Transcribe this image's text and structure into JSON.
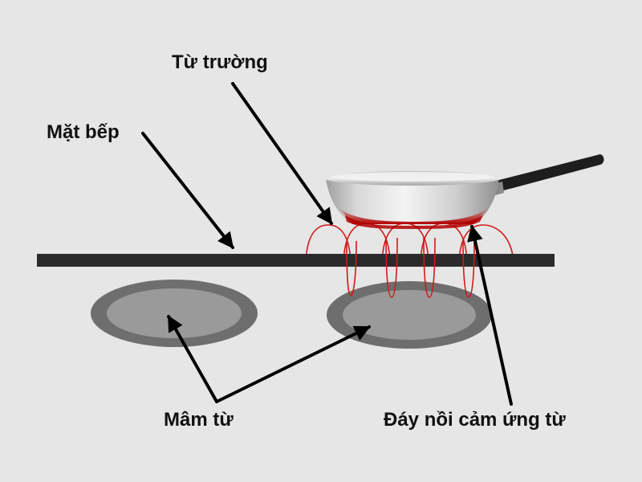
{
  "labels": {
    "magnetic_field": "Từ trường",
    "cooktop_surface": "Mặt bếp",
    "induction_coil": "Mâm từ",
    "induction_pan_base": "Đáy nồi cảm ứng từ"
  },
  "colors": {
    "background": "#e6e6e6",
    "cooktop": "#2b2b2b",
    "coil_outer": "#6e6e6e",
    "coil_inner": "#9a9a9a",
    "field_lines": "#d01818",
    "pan_body": "#c9c9c9",
    "pan_handle": "#1e1e1e",
    "arrows": "#000000",
    "text": "#111111"
  },
  "icons": {
    "pan": "frying-pan-icon",
    "arrow": "arrow-icon"
  }
}
